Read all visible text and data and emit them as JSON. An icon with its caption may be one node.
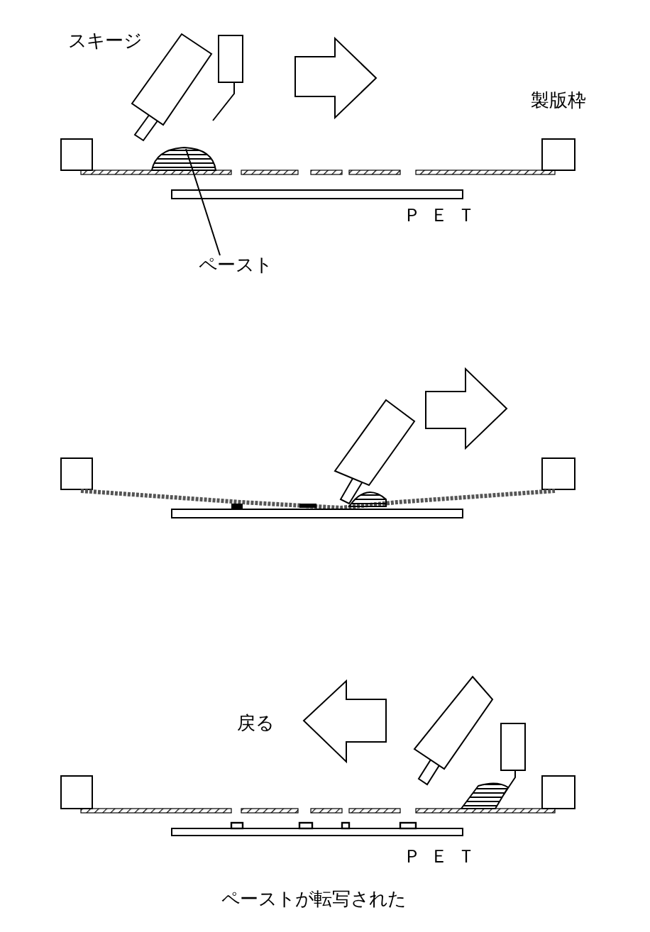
{
  "diagram": {
    "nodes": [
      {
        "text": [
          "ペースト"
        ]
      },
      {
        "text": [],
        "shape": "dome"
      }
    ],
    "edges": [
      {
        "from": 0,
        "to": 1,
        "arrow": "none"
      }
    ],
    "labels": [
      "スキージ",
      "製版枠",
      "ＰＥＴ",
      "戻る",
      "ＰＥＴ",
      "ペーストが転写された"
    ]
  }
}
